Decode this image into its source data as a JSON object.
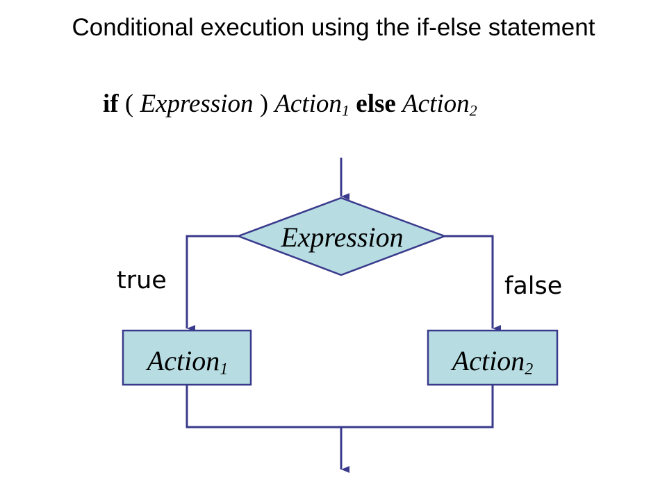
{
  "title": "Conditional execution using the if-else statement",
  "syntax": {
    "keyword_if": "if",
    "open_paren": "(",
    "expression": "Expression",
    "close_paren": ")",
    "action1": "Action",
    "action1_sub": "1",
    "keyword_else": "else",
    "action2": "Action",
    "action2_sub": "2"
  },
  "diagram": {
    "decision": {
      "label": "Expression"
    },
    "true_label": "true",
    "false_label": "false",
    "action1": {
      "label": "Action",
      "sub": "1"
    },
    "action2": {
      "label": "Action",
      "sub": "2"
    }
  },
  "colors": {
    "shape_fill": "#b7dde3",
    "line": "#3a3a8c",
    "text": "#000000",
    "background": "#ffffff"
  }
}
